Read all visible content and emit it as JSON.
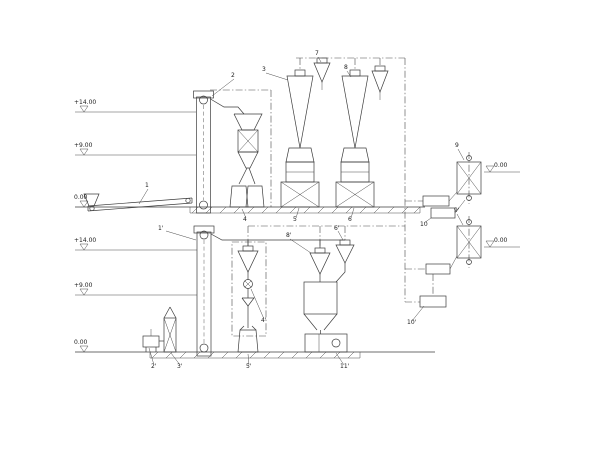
{
  "diagram": {
    "kind": "process-flow-elevation-diagram",
    "elevations": {
      "upper_top": "+14.00",
      "upper_mid": "+9.00",
      "upper_ground": "0.00",
      "lower_top": "+14.00",
      "lower_mid": "+9.00",
      "lower_ground": "0.00",
      "right_top": "0.00",
      "right_bottom": "0.00"
    },
    "tags": {
      "t1": "1",
      "t2": "2",
      "t3": "3",
      "t4": "4",
      "t5": "5",
      "t6": "6",
      "t7": "7",
      "t8": "8",
      "t9": "9",
      "t10": "10",
      "t1p": "1'",
      "t2p": "2'",
      "t3p": "3'",
      "t4p": "4'",
      "t5p": "5'",
      "t6p": "6'",
      "t8p": "8'",
      "t9p": "9'",
      "t10p": "10'",
      "t11p": "11'"
    }
  }
}
